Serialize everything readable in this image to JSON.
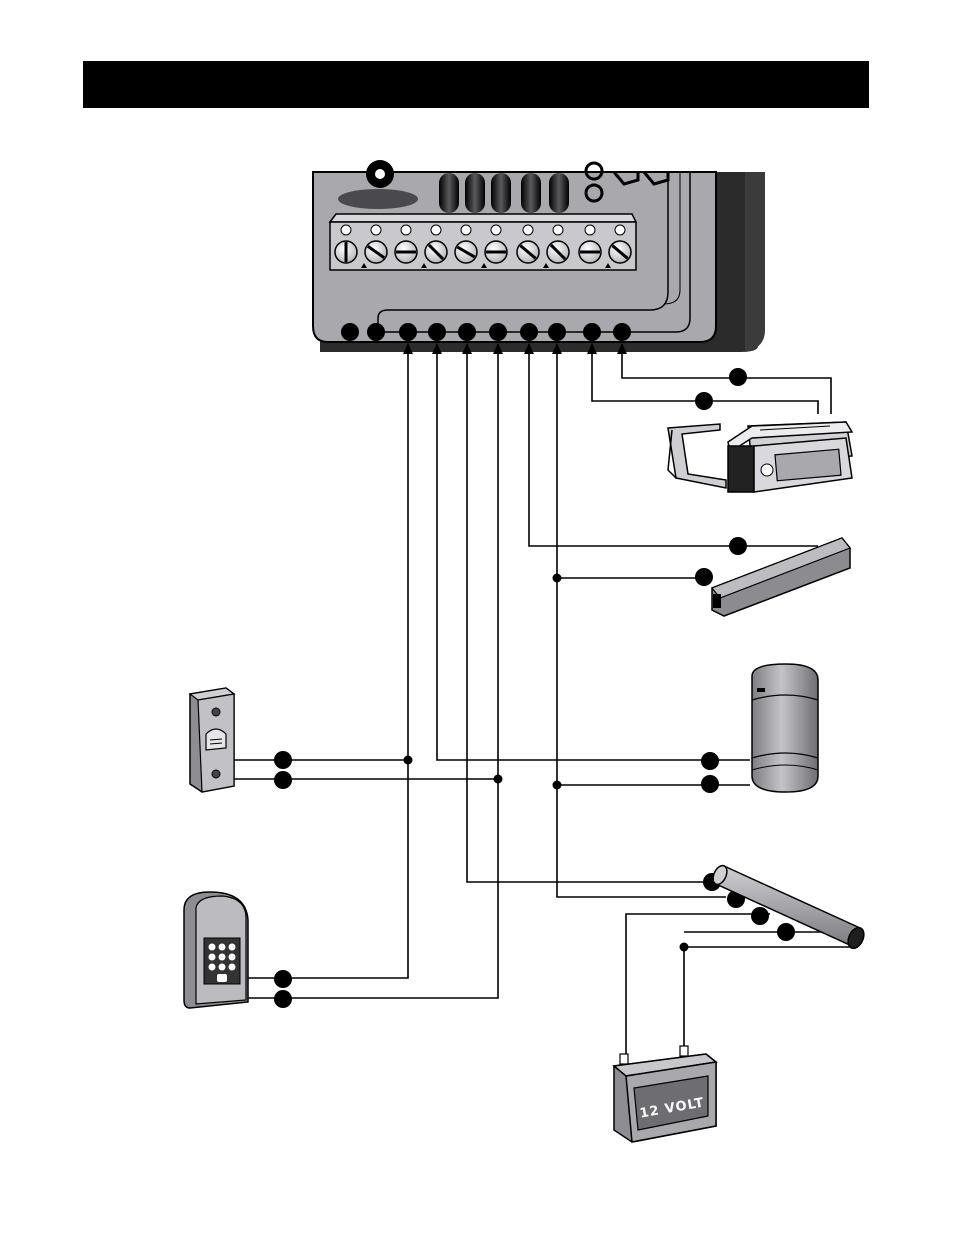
{
  "header": {
    "title": ""
  },
  "battery": {
    "label": "12 VOLT"
  },
  "devices": {
    "controller": "control-board",
    "lock": "magnetic-lock",
    "edge": "safety-edge",
    "sensor": "motion-sensor",
    "loop": "exit-loop",
    "doorbell": "intercom-button",
    "keypad": "keypad",
    "battery": "12v-battery"
  },
  "colors": {
    "header_bar": "#000000",
    "panel": "#a9a9ad",
    "device_gray": "#9c9ca0",
    "wire": "#000000"
  }
}
